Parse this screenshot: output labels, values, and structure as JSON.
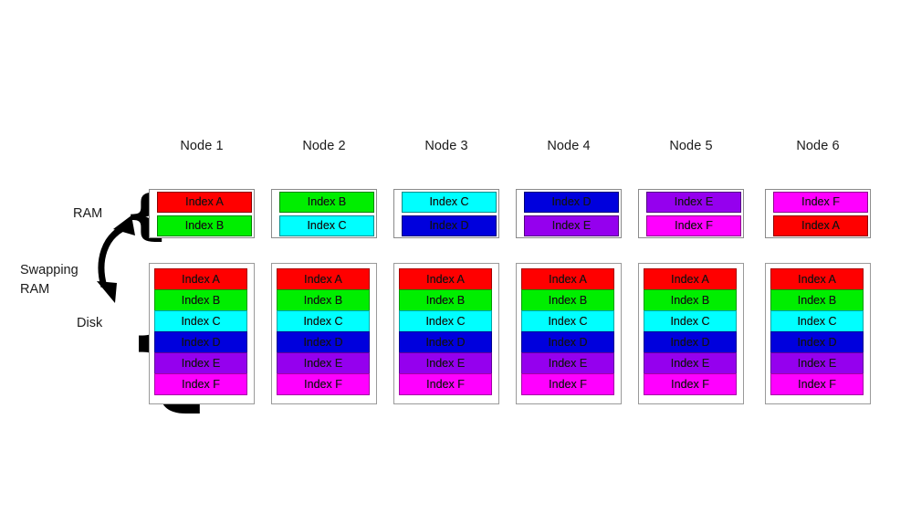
{
  "diagram": {
    "title": "Index distribution across nodes with RAM swapping to Disk",
    "side_labels": {
      "ram": "RAM",
      "disk": "Disk",
      "swapping_line1": "Swapping",
      "swapping_line2": "RAM"
    },
    "brace_glyph": "{",
    "arrow_name": "swapping-double-arrow"
  },
  "colors": {
    "A": "#FF0000",
    "B": "#00EE00",
    "C": "#00FFFF",
    "D": "#0000DD",
    "E": "#9500EE",
    "F": "#FF00FF",
    "box_border": "#8b8b8b",
    "background": "#FFFFFF",
    "text": "#141414"
  },
  "legend": [
    {
      "key": "A",
      "label": "Index A",
      "color": "#FF0000"
    },
    {
      "key": "B",
      "label": "Index B",
      "color": "#00EE00"
    },
    {
      "key": "C",
      "label": "Index C",
      "color": "#00FFFF"
    },
    {
      "key": "D",
      "label": "Index D",
      "color": "#0000DD"
    },
    {
      "key": "E",
      "label": "Index E",
      "color": "#9500EE"
    },
    {
      "key": "F",
      "label": "Index F",
      "color": "#FF00FF"
    }
  ],
  "nodes": [
    {
      "header": "Node 1",
      "ram": [
        {
          "label": "Index A",
          "color": "#FF0000"
        },
        {
          "label": "Index B",
          "color": "#00EE00"
        }
      ],
      "disk": [
        {
          "label": "Index A",
          "color": "#FF0000"
        },
        {
          "label": "Index B",
          "color": "#00EE00"
        },
        {
          "label": "Index C",
          "color": "#00FFFF"
        },
        {
          "label": "Index D",
          "color": "#0000DD"
        },
        {
          "label": "Index E",
          "color": "#9500EE"
        },
        {
          "label": "Index F",
          "color": "#FF00FF"
        }
      ]
    },
    {
      "header": "Node 2",
      "ram": [
        {
          "label": "Index B",
          "color": "#00EE00"
        },
        {
          "label": "Index C",
          "color": "#00FFFF"
        }
      ],
      "disk": [
        {
          "label": "Index A",
          "color": "#FF0000"
        },
        {
          "label": "Index B",
          "color": "#00EE00"
        },
        {
          "label": "Index C",
          "color": "#00FFFF"
        },
        {
          "label": "Index D",
          "color": "#0000DD"
        },
        {
          "label": "Index E",
          "color": "#9500EE"
        },
        {
          "label": "Index F",
          "color": "#FF00FF"
        }
      ]
    },
    {
      "header": "Node 3",
      "ram": [
        {
          "label": "Index C",
          "color": "#00FFFF"
        },
        {
          "label": "Index D",
          "color": "#0000DD"
        }
      ],
      "disk": [
        {
          "label": "Index A",
          "color": "#FF0000"
        },
        {
          "label": "Index B",
          "color": "#00EE00"
        },
        {
          "label": "Index C",
          "color": "#00FFFF"
        },
        {
          "label": "Index D",
          "color": "#0000DD"
        },
        {
          "label": "Index E",
          "color": "#9500EE"
        },
        {
          "label": "Index F",
          "color": "#FF00FF"
        }
      ]
    },
    {
      "header": "Node 4",
      "ram": [
        {
          "label": "Index D",
          "color": "#0000DD"
        },
        {
          "label": "Index E",
          "color": "#9500EE"
        }
      ],
      "disk": [
        {
          "label": "Index A",
          "color": "#FF0000"
        },
        {
          "label": "Index B",
          "color": "#00EE00"
        },
        {
          "label": "Index C",
          "color": "#00FFFF"
        },
        {
          "label": "Index D",
          "color": "#0000DD"
        },
        {
          "label": "Index E",
          "color": "#9500EE"
        },
        {
          "label": "Index F",
          "color": "#FF00FF"
        }
      ]
    },
    {
      "header": "Node 5",
      "ram": [
        {
          "label": "Index E",
          "color": "#9500EE"
        },
        {
          "label": "Index F",
          "color": "#FF00FF"
        }
      ],
      "disk": [
        {
          "label": "Index A",
          "color": "#FF0000"
        },
        {
          "label": "Index B",
          "color": "#00EE00"
        },
        {
          "label": "Index C",
          "color": "#00FFFF"
        },
        {
          "label": "Index D",
          "color": "#0000DD"
        },
        {
          "label": "Index E",
          "color": "#9500EE"
        },
        {
          "label": "Index F",
          "color": "#FF00FF"
        }
      ]
    },
    {
      "header": "Node 6",
      "ram": [
        {
          "label": "Index F",
          "color": "#FF00FF"
        },
        {
          "label": "Index A",
          "color": "#FF0000"
        }
      ],
      "disk": [
        {
          "label": "Index A",
          "color": "#FF0000"
        },
        {
          "label": "Index B",
          "color": "#00EE00"
        },
        {
          "label": "Index C",
          "color": "#00FFFF"
        },
        {
          "label": "Index D",
          "color": "#0000DD"
        },
        {
          "label": "Index E",
          "color": "#9500EE"
        },
        {
          "label": "Index F",
          "color": "#FF00FF"
        }
      ]
    }
  ],
  "layout": {
    "node_left_positions": [
      163,
      297,
      431,
      565,
      699,
      838
    ]
  }
}
